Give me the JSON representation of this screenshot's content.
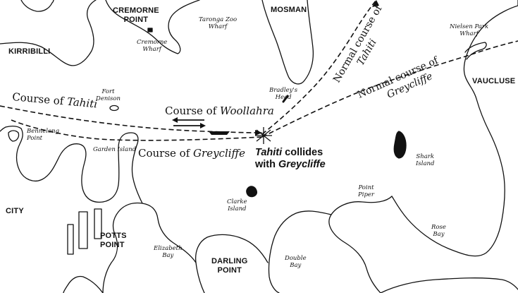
{
  "map": {
    "areas": {
      "cremorne_point_line1": "CREMORNE",
      "cremorne_point_line2": "POINT",
      "mosman": "MOSMAN",
      "kirribilli": "KIRRIBILLI",
      "vaucluse": "VAUCLUSE",
      "city": "CITY",
      "potts_point_line1": "POTTS",
      "potts_point_line2": "POINT",
      "darling_point_line1": "DARLING",
      "darling_point_line2": "POINT"
    },
    "places": {
      "taronga_zoo_wharf_line1": "Taronga Zoo",
      "taronga_zoo_wharf_line2": "Wharf",
      "cremorne_wharf_line1": "Cremorne",
      "cremorne_wharf_line2": "Wharf",
      "nielsen_park_wharf_line1": "Nielsen Park",
      "nielsen_park_wharf_line2": "Wharf",
      "fort_denison_line1": "Fort",
      "fort_denison_line2": "Denison",
      "bradleys_head_line1": "Bradley's",
      "bradleys_head_line2": "Head",
      "bennelong_point_line1": "Bennelong",
      "bennelong_point_line2": "Point",
      "garden_island": "Garden Island",
      "shark_island_line1": "Shark",
      "shark_island_line2": "Island",
      "clarke_island_line1": "Clarke",
      "clarke_island_line2": "Island",
      "point_piper_line1": "Point",
      "point_piper_line2": "Piper",
      "rose_bay_line1": "Rose",
      "rose_bay_line2": "Bay",
      "elizabeth_bay_line1": "Elizabeth",
      "elizabeth_bay_line2": "Bay",
      "double_bay_line1": "Double",
      "double_bay_line2": "Bay"
    },
    "courses": {
      "tahiti_prefix": "Course of ",
      "tahiti_vessel": "Tahiti",
      "woollahra_prefix": "Course of ",
      "woollahra_vessel": "Woollahra",
      "greycliffe_prefix": "Course of ",
      "greycliffe_vessel": "Greycliffe",
      "normal_tahiti_prefix": "Normal course of",
      "normal_tahiti_vessel": "Tahiti",
      "normal_greycliffe_prefix": "Normal course of",
      "normal_greycliffe_vessel": "Greycliffe"
    },
    "collision": {
      "line1_vessel": "Tahiti",
      "line1_text": " collides",
      "line2_text": "with ",
      "line2_vessel": "Greycliffe"
    },
    "colors": {
      "ink": "#111111",
      "paper": "#ffffff"
    }
  }
}
